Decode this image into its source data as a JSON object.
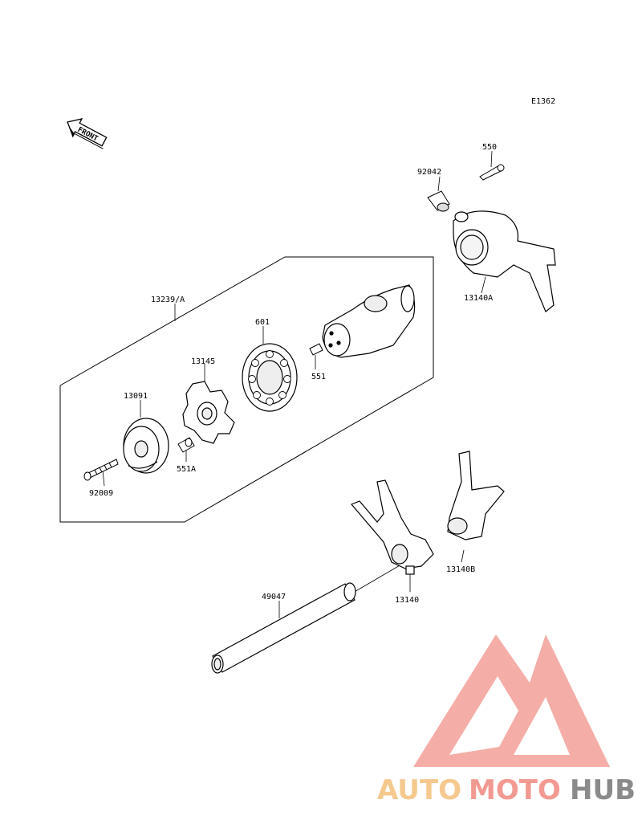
{
  "diagram": {
    "code": "E1362",
    "front_label": "FRONT",
    "parts": {
      "p550": "550",
      "p92042": "92042",
      "p13140A": "13140A",
      "p13239A": "13239/A",
      "p601": "601",
      "p13145": "13145",
      "p551": "551",
      "p13091": "13091",
      "p551A": "551A",
      "p92009": "92009",
      "p13140B": "13140B",
      "p13140": "13140",
      "p49047": "49047"
    }
  },
  "watermark": {
    "part1": "AUTO",
    "part2": "MOTO",
    "part3": "HUB",
    "colors": {
      "logo": "#f29a92",
      "auto": "#f5c98e",
      "moto": "#f29a92",
      "hub": "#8a8a8a"
    }
  }
}
